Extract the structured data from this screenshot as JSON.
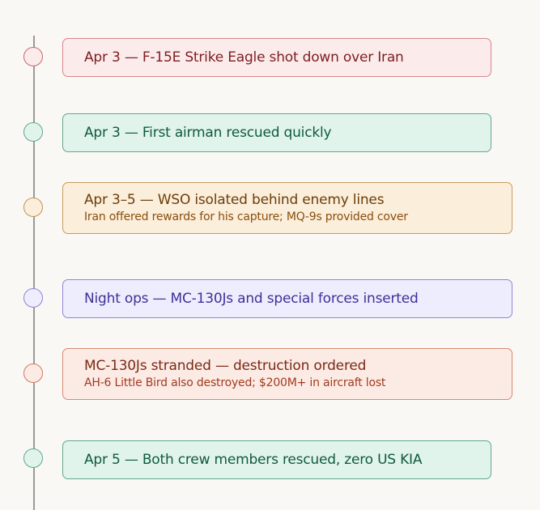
{
  "events": [
    {
      "title": "Apr 3 — F-15E Strike Eagle shot down over Iran",
      "color": "#d9858a"
    },
    {
      "title": "Apr 3 — First airman rescued quickly",
      "color": "#5fa98a"
    },
    {
      "title": "Apr 3–5 — WSO isolated behind enemy lines",
      "subtitle": "Iran offered rewards for his capture; MQ-9s provided cover",
      "color": "#c99a5e"
    },
    {
      "title": "Night ops — MC-130Js and special forces inserted",
      "color": "#8f86d8"
    },
    {
      "title": "MC-130Js stranded — destruction ordered",
      "subtitle": "AH-6 Little Bird also destroyed; $200M+ in aircraft lost",
      "color": "#d48a72"
    },
    {
      "title": "Apr 5 — Both crew members rescued, zero US KIA",
      "color": "#5fa98a"
    }
  ]
}
